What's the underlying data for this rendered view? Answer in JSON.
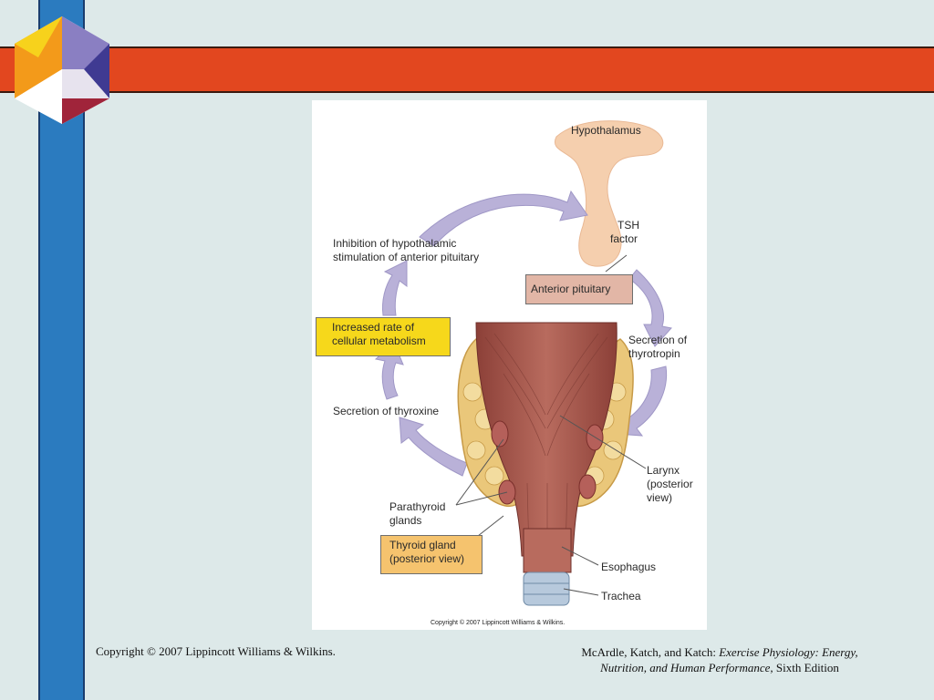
{
  "colors": {
    "background": "#dde9e9",
    "vertical_bar": "#2b7bbf",
    "horizontal_bar": "#e2471f",
    "arrow": "#b9b1d8",
    "hypothalamus": "#f5cfae",
    "thyroid": "#eac77a",
    "larynx": "#a65a4f",
    "label_yellow": "#f6d81b",
    "label_orange": "#f5c36e",
    "label_pink": "#e2b6a6"
  },
  "diagram": {
    "labels": {
      "hypothalamus": "Hypothalamus",
      "tsh_line1": "TSH",
      "tsh_line2": "factor",
      "anterior_pituitary": "Anterior pituitary",
      "secretion_thyrotropin_line1": "Secretion of",
      "secretion_thyrotropin_line2": "thyrotropin",
      "inhibition_line1": "Inhibition of hypothalamic",
      "inhibition_line2": "stimulation of anterior pituitary",
      "metabolism_line1": "Increased rate of",
      "metabolism_line2": "cellular metabolism",
      "secretion_thyroxine": "Secretion of thyroxine",
      "larynx_line1": "Larynx",
      "larynx_line2": "(posterior",
      "larynx_line3": "view)",
      "parathyroid_line1": "Parathyroid",
      "parathyroid_line2": "glands",
      "thyroid_line1": "Thyroid gland",
      "thyroid_line2": "(posterior view)",
      "esophagus": "Esophagus",
      "trachea": "Trachea"
    },
    "image_copyright": "Copyright © 2007 Lippincott Williams & Wilkins."
  },
  "footer": {
    "left": "Copyright © 2007 Lippincott Williams & Wilkins.",
    "right_prefix": "McArdle, Katch, and Katch: ",
    "right_title_line1": "Exercise Physiology: Energy,",
    "right_title_line2": "Nutrition, and Human Performance,",
    "right_suffix": " Sixth Edition"
  }
}
